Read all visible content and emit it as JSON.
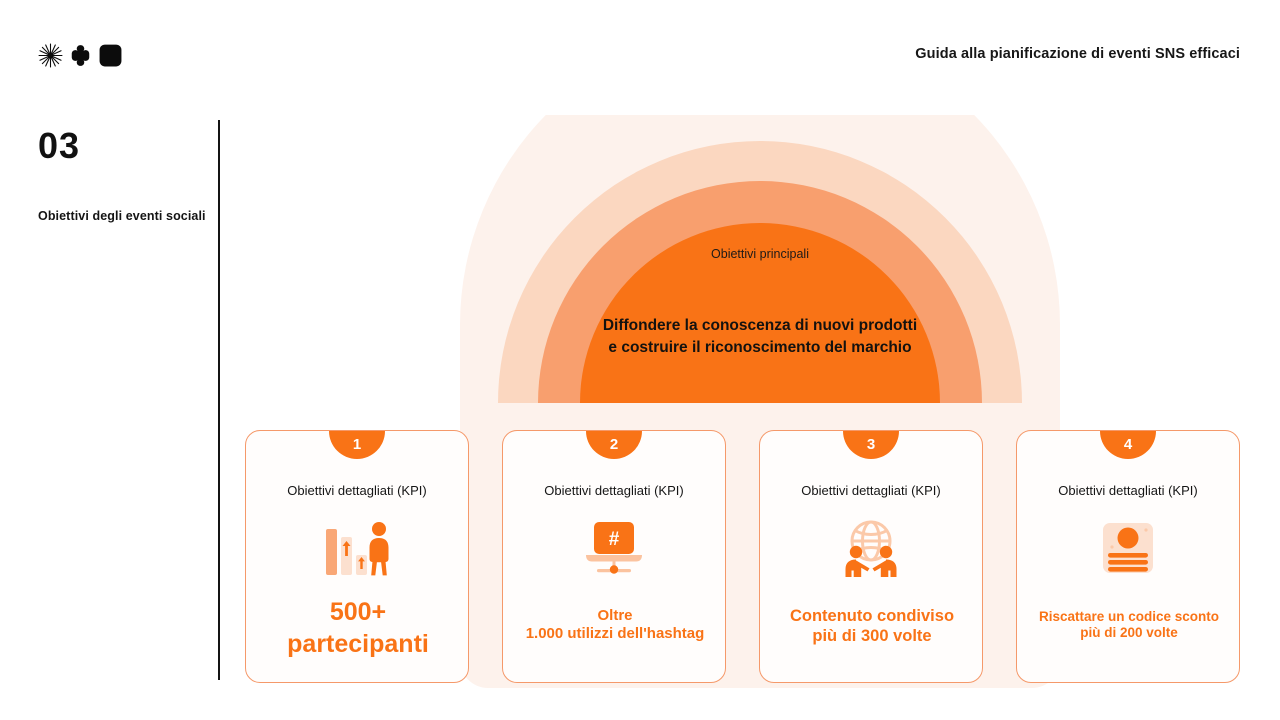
{
  "header": {
    "title": "Guida alla pianificazione di eventi SNS efficaci",
    "logo_icons": [
      "starburst-icon",
      "clover-icon",
      "rounded-square-icon"
    ]
  },
  "section": {
    "number": "03",
    "label": "Obiettivi degli eventi sociali"
  },
  "arc": {
    "caption": "Obiettivi principali",
    "headline_line1": "Diffondere la conoscenza di nuovi prodotti",
    "headline_line2": "e costruire il riconoscimento del marchio",
    "band_colors": [
      "#fdf2ec",
      "#fbd7c0",
      "#f89f6e",
      "#f97316"
    ]
  },
  "cards": [
    {
      "badge": "1",
      "kpi_label": "Obiettivi dettagliati (KPI)",
      "icon": "bar-chart-growth-person-icon",
      "value_line1": "500+",
      "value_line2": "partecipanti"
    },
    {
      "badge": "2",
      "kpi_label": "Obiettivi dettagliati (KPI)",
      "icon": "laptop-hashtag-icon",
      "value_line1": "Oltre",
      "value_line2": "1.000 utilizzi dell'hashtag"
    },
    {
      "badge": "3",
      "kpi_label": "Obiettivi dettagliati (KPI)",
      "icon": "globe-handshake-icon",
      "value_line1": "Contenuto condiviso",
      "value_line2": "più di 300 volte"
    },
    {
      "badge": "4",
      "kpi_label": "Obiettivi dettagliati (KPI)",
      "icon": "discount-coupon-icon",
      "value_line1": "Riscattare un codice sconto",
      "value_line2": "più di 200 volte"
    }
  ],
  "colors": {
    "accent": "#f97316",
    "accent_light": "#f89f6e",
    "accent_lighter": "#fbd7c0",
    "accent_palest": "#fdf2ec",
    "text": "#141414",
    "background": "#ffffff"
  }
}
